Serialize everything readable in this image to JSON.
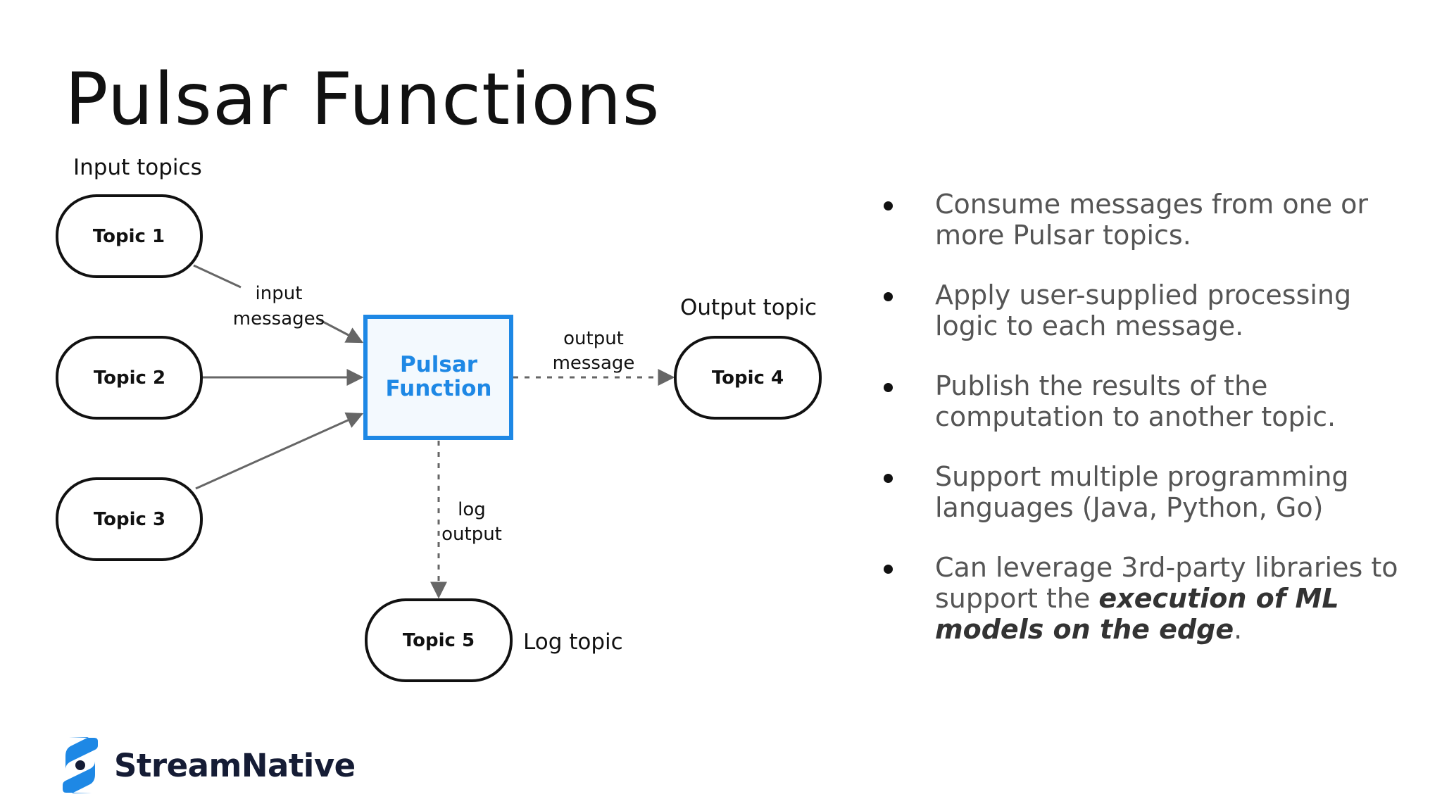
{
  "slide": {
    "title": "Pulsar Functions"
  },
  "diagram": {
    "input_topics_label": "Input topics",
    "output_topic_label": "Output topic",
    "log_topic_label": "Log topic",
    "topic1": "Topic 1",
    "topic2": "Topic 2",
    "topic3": "Topic 3",
    "topic4": "Topic 4",
    "topic5": "Topic 5",
    "function_line1": "Pulsar",
    "function_line2": "Function",
    "input_edge_line1": "input",
    "input_edge_line2": "messages",
    "output_edge_line1": "output",
    "output_edge_line2": "message",
    "log_edge_line1": "log",
    "log_edge_line2": "output",
    "colors": {
      "function_accent": "#1e88e5",
      "function_fill": "#f3f9fe",
      "edge": "#666666",
      "node_border": "#111111"
    }
  },
  "bullets": {
    "items": [
      {
        "text": "Consume messages from one or more Pulsar topics."
      },
      {
        "text": "Apply user-supplied processing logic to each message."
      },
      {
        "text": "Publish the results of the computation to another topic."
      },
      {
        "text": "Support multiple programming languages (Java, Python, Go)"
      },
      {
        "pre": "Can leverage 3rd-party libraries to support the ",
        "emphasis": "execution of ML models on the edge",
        "post": "."
      }
    ]
  },
  "brand": {
    "name": "StreamNative",
    "icon": "streamnative-logo-icon",
    "colors": {
      "logo_blue": "#1e88e5",
      "logo_text": "#151c35"
    }
  }
}
